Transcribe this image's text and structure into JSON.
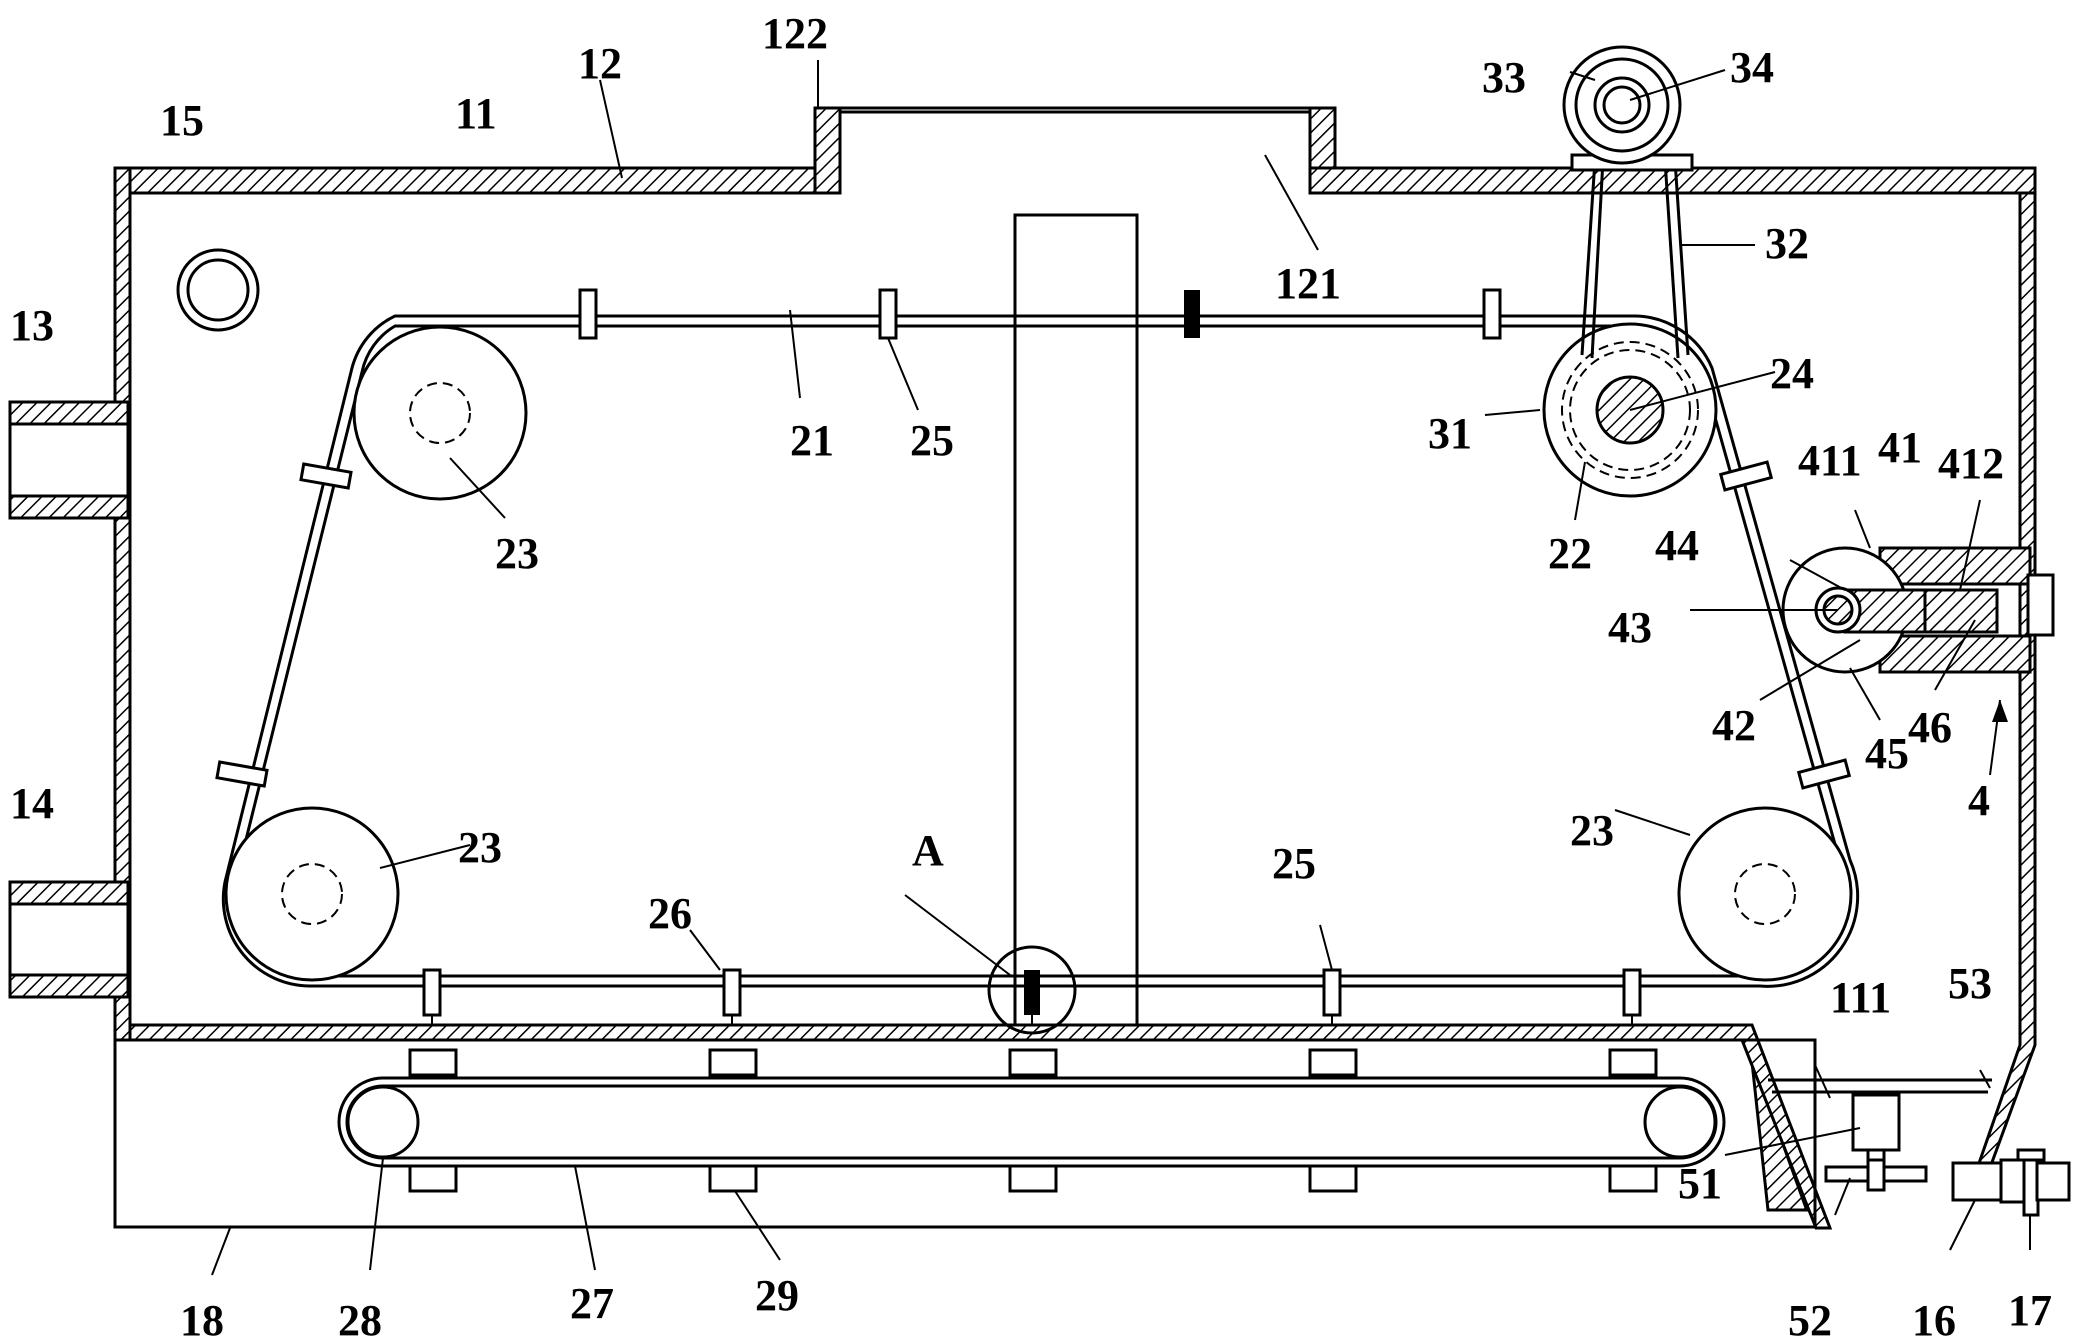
{
  "diagram": {
    "labels": {
      "l11": "11",
      "l12": "12",
      "l13": "13",
      "l14": "14",
      "l15": "15",
      "l16": "16",
      "l17": "17",
      "l18": "18",
      "l21": "21",
      "l22": "22",
      "l23a": "23",
      "l23b": "23",
      "l23c": "23",
      "l24": "24",
      "l25a": "25",
      "l25b": "25",
      "l26": "26",
      "l27": "27",
      "l28": "28",
      "l29": "29",
      "l31": "31",
      "l32": "32",
      "l33": "33",
      "l34": "34",
      "l4": "4",
      "l41": "41",
      "l42": "42",
      "l43": "43",
      "l44": "44",
      "l45": "45",
      "l46": "46",
      "l411": "411",
      "l412": "412",
      "l51": "51",
      "l52": "52",
      "l53": "53",
      "l111": "111",
      "l121": "121",
      "l122": "122",
      "lA": "A"
    }
  }
}
